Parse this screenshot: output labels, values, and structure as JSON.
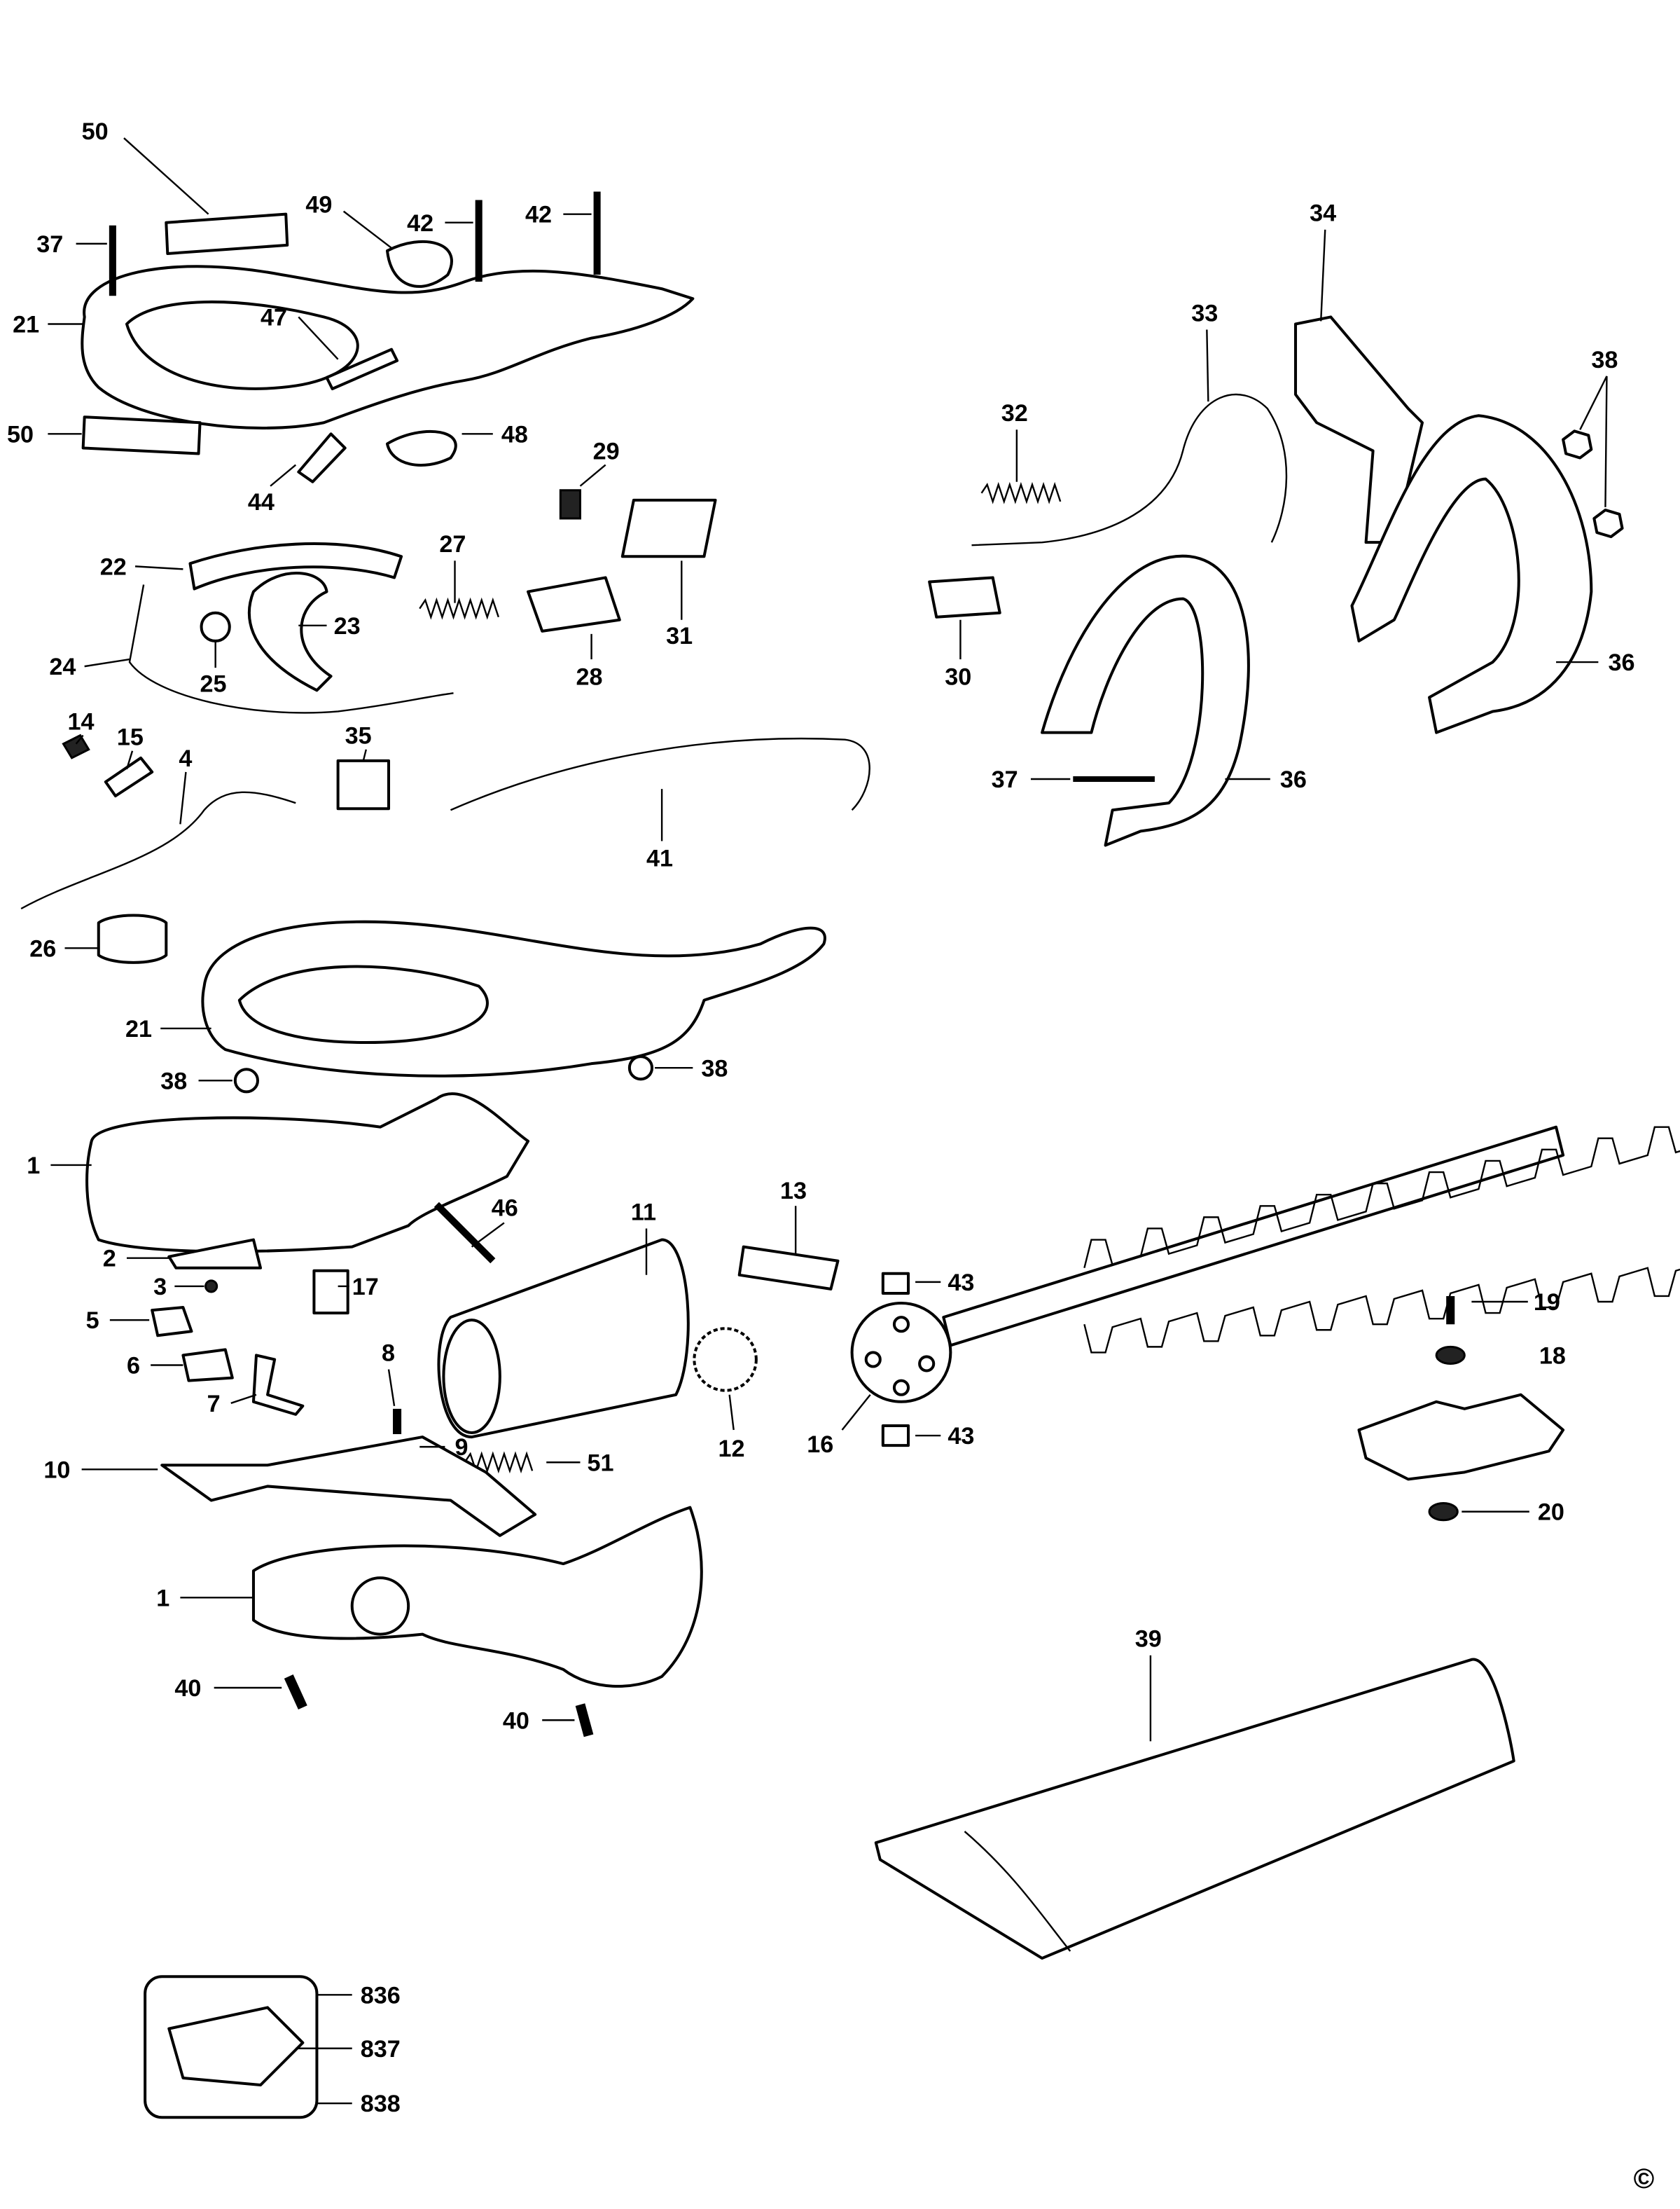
{
  "diagram": {
    "type": "exploded parts diagram",
    "copyright_mark": "©",
    "part_labels": {
      "p50a": "50",
      "p49": "49",
      "p42a": "42",
      "p42b": "42",
      "p37a": "37",
      "p21a": "21",
      "p47": "47",
      "p50b": "50",
      "p48": "48",
      "p44": "44",
      "p29": "29",
      "p27": "27",
      "p22": "22",
      "p31": "31",
      "p23": "23",
      "p24": "24",
      "p25": "25",
      "p28": "28",
      "p14": "14",
      "p15": "15",
      "p4": "4",
      "p35": "35",
      "p41": "41",
      "p26": "26",
      "p21b": "21",
      "p38a": "38",
      "p38b": "38",
      "p1a": "1",
      "p2": "2",
      "p3": "3",
      "p17": "17",
      "p46": "46",
      "p11": "11",
      "p13": "13",
      "p5": "5",
      "p6": "6",
      "p7": "7",
      "p8": "8",
      "p9": "9",
      "p51": "51",
      "p12": "12",
      "p16": "16",
      "p43a": "43",
      "p43b": "43",
      "p10": "10",
      "p1b": "1",
      "p40a": "40",
      "p40b": "40",
      "p19": "19",
      "p18": "18",
      "p20": "20",
      "p39": "39",
      "p32": "32",
      "p33": "33",
      "p34": "34",
      "p38c": "38",
      "p30": "30",
      "p36a": "36",
      "p37b": "37",
      "p36b": "36",
      "p836": "836",
      "p837": "837",
      "p838": "838"
    }
  }
}
